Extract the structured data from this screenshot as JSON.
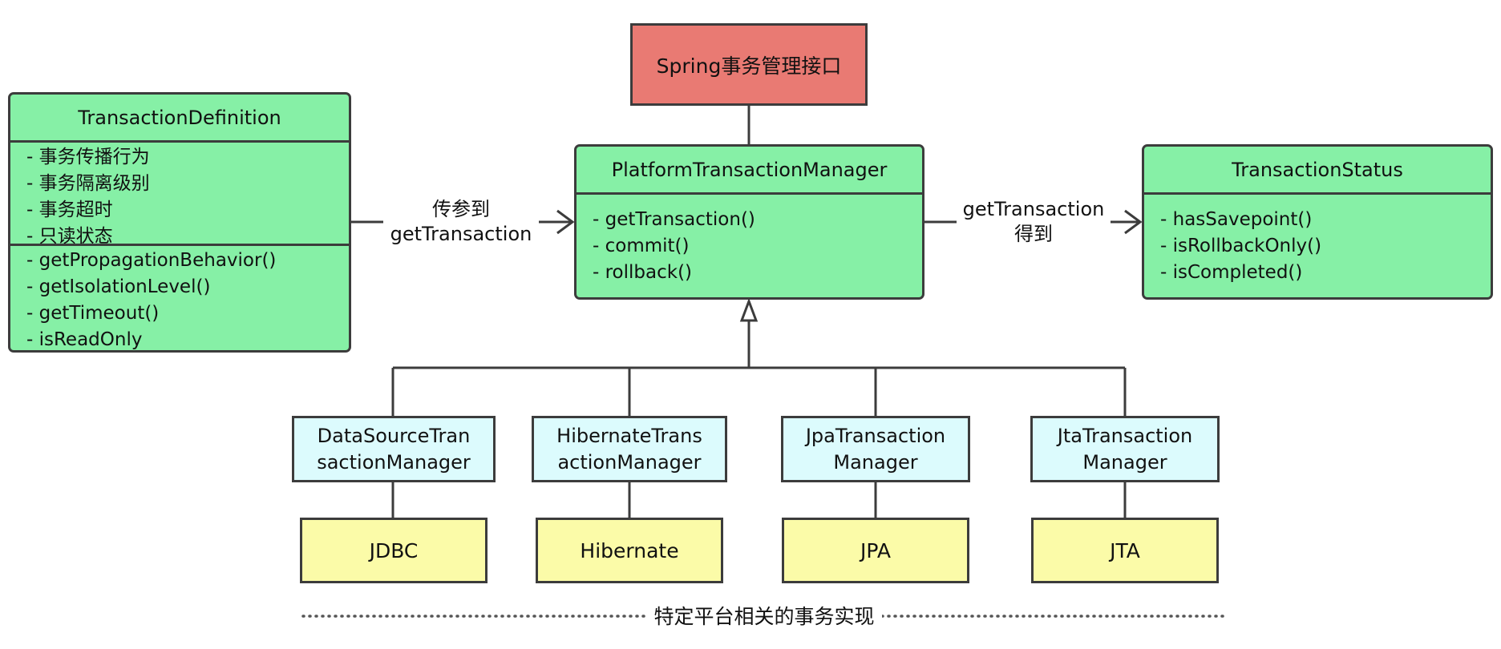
{
  "top": {
    "title": "Spring事务管理接口"
  },
  "definition": {
    "title": "TransactionDefinition",
    "attributes": [
      "- 事务传播行为",
      "- 事务隔离级别",
      "- 事务超时",
      "- 只读状态"
    ],
    "methods": [
      "- getPropagationBehavior()",
      "- getIsolationLevel()",
      "- getTimeout()",
      "- isReadOnly"
    ]
  },
  "manager": {
    "title": "PlatformTransactionManager",
    "methods": [
      "- getTransaction()",
      "- commit()",
      "- rollback()"
    ]
  },
  "status": {
    "title": "TransactionStatus",
    "methods": [
      "- hasSavepoint()",
      "- isRollbackOnly()",
      "- isCompleted()"
    ]
  },
  "edges": {
    "left_label": [
      "传参到",
      "getTransaction"
    ],
    "right_label": [
      "getTransaction",
      "得到"
    ]
  },
  "implementations": [
    {
      "name_lines": [
        "DataSourceTran",
        "sactionManager"
      ],
      "platform": "JDBC"
    },
    {
      "name_lines": [
        "HibernateTrans",
        "actionManager"
      ],
      "platform": "Hibernate"
    },
    {
      "name_lines": [
        "JpaTransaction",
        "Manager"
      ],
      "platform": "JPA"
    },
    {
      "name_lines": [
        "JtaTransaction",
        "Manager"
      ],
      "platform": "JTA"
    }
  ],
  "footer": {
    "caption": "特定平台相关的事务实现"
  },
  "colors": {
    "interface": "#86f0a6",
    "header": "#e97a73",
    "implementation": "#dcfbfd",
    "platform": "#fbfba8",
    "stroke": "#3c3c3c"
  }
}
